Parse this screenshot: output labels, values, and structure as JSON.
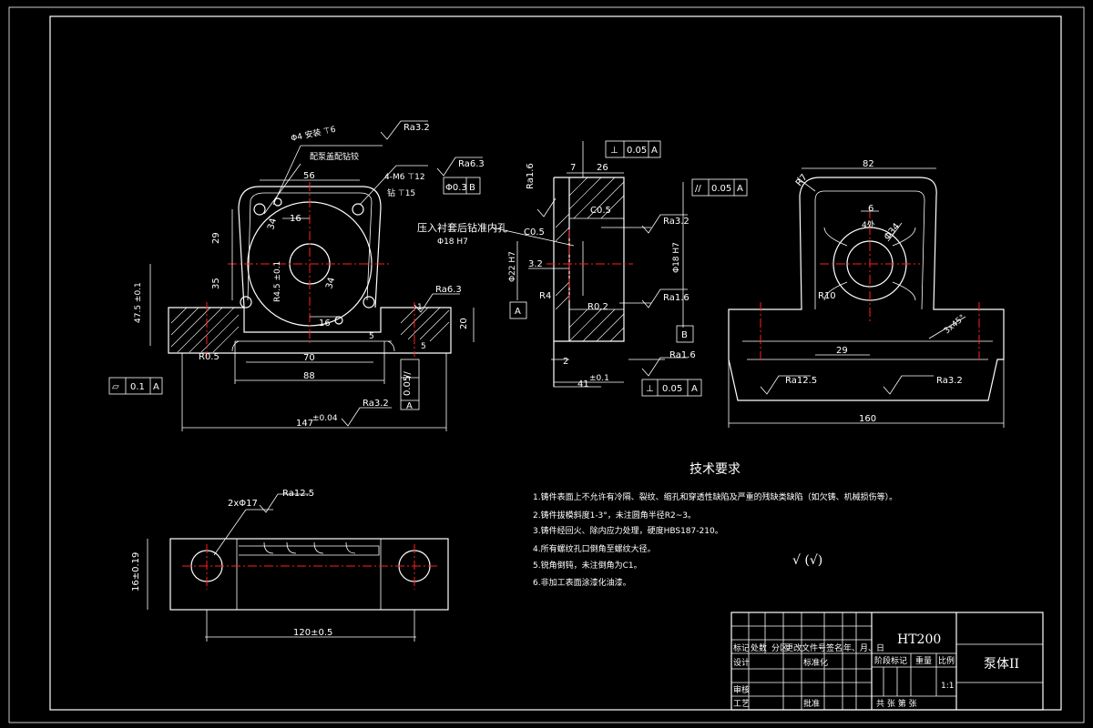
{
  "front_view": {
    "callout_hole": "Φ4 安装  ⊤6",
    "callout_hole_note": "配泵盖配钻铰",
    "ra_top": "Ra3.2",
    "ra_right1": "Ra6.3",
    "callout_thread": "4-M6  ⊤12",
    "callout_drill": "钻  ⊤15",
    "tol_position": "Φ0.3",
    "tol_position_datum": "B",
    "dim_56": "56",
    "dim_16a": "16",
    "dim_16b": "16",
    "dim_29": "29",
    "dim_35": "35",
    "dim_34a": "34",
    "dim_34b": "34",
    "dim_47": "47.5 ±0.1",
    "dim_r45": "R4.5 ±0.1",
    "ra_right2": "Ra6.3",
    "dim_70": "70",
    "dim_88": "88",
    "dim_147": "147",
    "dim_147_tol": "±0.04",
    "dim_r05": "R0.5",
    "dim_20": "20",
    "dim_5a": "5",
    "dim_5b": "5",
    "dim_1": "1",
    "tol_flat_sym": "⏥",
    "tol_flat_val": "0.1",
    "tol_flat_datum": "A",
    "tol_par_sym": "//",
    "tol_par_val": "0.05",
    "tol_par_datum": "A",
    "ra_bottom": "Ra3.2"
  },
  "section_view": {
    "tol_perp_sym": "⊥",
    "tol_perp_val": "0.05",
    "tol_perp_datum": "A",
    "tol_par_sym": "//",
    "tol_par_val": "0.05",
    "tol_par_datum": "A",
    "ra_left": "Ra1.6",
    "dim_7": "7",
    "dim_26": "26",
    "dim_c05a": "C0.5",
    "dim_c05b": "C0.5",
    "ra_32": "Ra3.2",
    "note_press": "压入衬套后钻准内孔",
    "note_press_sub": "Φ18 H7",
    "dim_phi22": "Φ22 H7",
    "dim_32": "3.2",
    "dim_phi18": "Φ18 H7",
    "dim_r4": "R4",
    "dim_r02": "R0.2",
    "ra_16a": "Ra1.6",
    "ra_16b": "Ra1.6",
    "datum_a": "A",
    "datum_b": "B",
    "dim_2": "2",
    "dim_41": "41",
    "dim_41_tol": "±0.1",
    "tol_bottom_sym": "⊥",
    "tol_bottom_val": "0.05",
    "tol_bottom_datum": "A"
  },
  "side_view": {
    "dim_82": "82",
    "dim_r7": "R7",
    "dim_6": "6",
    "dim_4holes": "4处",
    "dim_phi34": "Φ34",
    "dim_r10": "R10",
    "dim_29": "29",
    "dim_3x45": "3x45°",
    "ra_125": "Ra12.5",
    "ra_32": "Ra3.2",
    "dim_160": "160"
  },
  "bottom_view": {
    "callout": "2xΦ17",
    "ra": "Ra12.5",
    "dim_16": "16±0.19",
    "dim_120": "120±0.5"
  },
  "tech_requirements": {
    "title": "技术要求",
    "items": [
      "1.铸件表面上不允许有冷隔、裂纹、缩孔和穿透性缺陷及严重的残缺类缺陷（如欠铸、机械损伤等）。",
      "2.铸件拔模斜度1-3°，未注圆角半径R2~3。",
      "3.铸件经回火、除内应力处理，硬度HBS187-210。",
      "4.所有螺纹孔口倒角至螺纹大径。",
      "5.锐角倒钝，未注倒角为C1。",
      "6.非加工表面涂漆化油漆。"
    ],
    "roughness_symbol": "√ (√)"
  },
  "title_block": {
    "material": "HT200",
    "part_name": "泵体II",
    "scale": "1:1",
    "row_labels": [
      "标记",
      "处数",
      "分区",
      "更改文件号",
      "签名",
      "年、月、日"
    ],
    "design": "设计",
    "standardization": "标准化",
    "review": "审核",
    "process": "工艺",
    "approve": "批准",
    "stage_mark": "阶段标记",
    "weight": "重量",
    "ratio": "比例",
    "total_sheets": "共    张  第    张"
  }
}
